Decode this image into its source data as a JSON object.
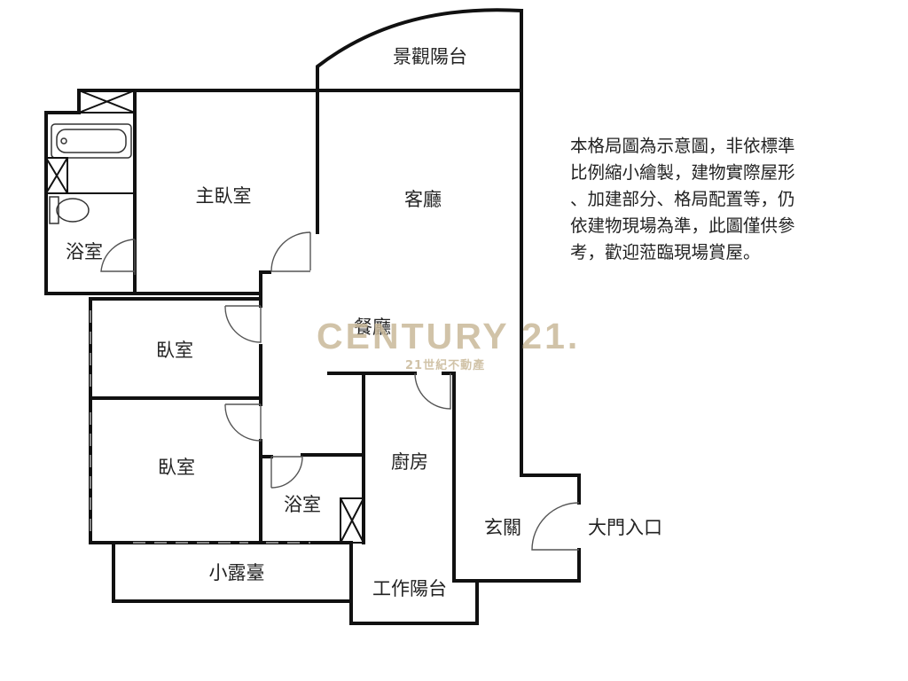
{
  "rooms": {
    "view_balcony": "景觀陽台",
    "master_bedroom": "主臥室",
    "living_room": "客廳",
    "bathroom_master": "浴室",
    "dining_room": "餐廳",
    "bedroom_1": "臥室",
    "bedroom_2": "臥室",
    "kitchen": "廚房",
    "bathroom_2": "浴室",
    "foyer": "玄關",
    "main_entrance": "大門入口",
    "small_terrace": "小露臺",
    "work_balcony": "工作陽台"
  },
  "note_lines": [
    "本格局圖為示意圖，非依標準",
    "比例縮小繪製，建物實際屋形",
    "、加建部分、格局配置等，仍",
    "依建物現場為準，此圖僅供參",
    "考，歡迎蒞臨現場賞屋。"
  ],
  "watermark": {
    "brand": "CENTURY 21.",
    "subtitle": "21世紀不動產"
  }
}
